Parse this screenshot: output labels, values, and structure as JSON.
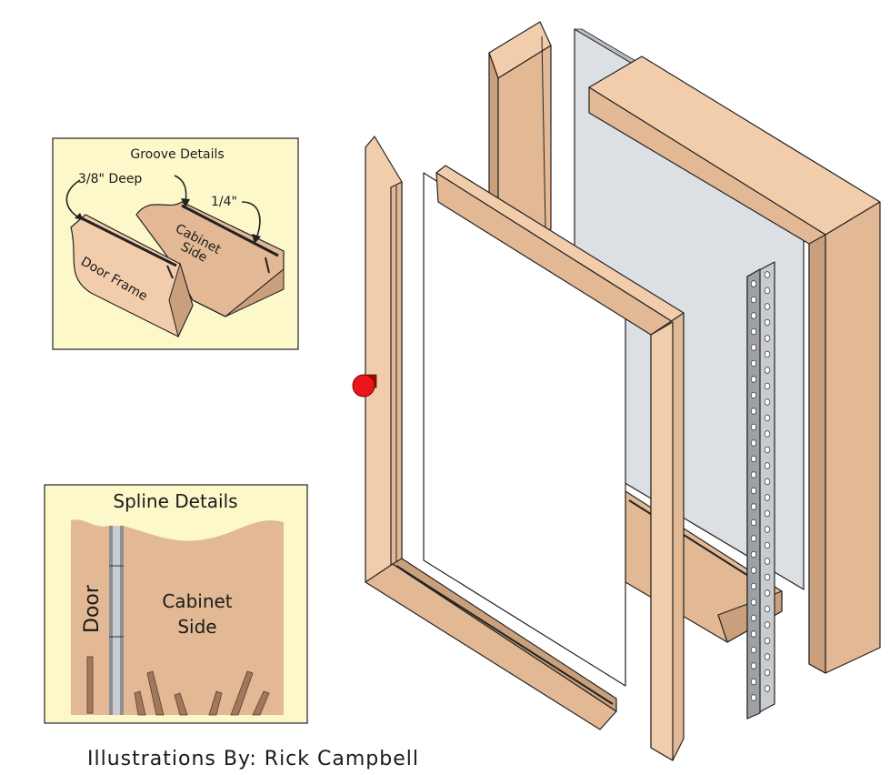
{
  "groove_details": {
    "title": "Groove Details",
    "depth_label": "3/8\" Deep",
    "width_label": "1/4\"",
    "cabinet_side_line1": "Cabinet",
    "cabinet_side_line2": "Side",
    "door_frame_label": "Door Frame"
  },
  "spline_details": {
    "title": "Spline Details",
    "door_label": "Door",
    "cabinet_side_line1": "Cabinet",
    "cabinet_side_line2": "Side"
  },
  "credit": "Illustrations By: Rick Campbell",
  "colors": {
    "wood_light": "#f2cdac",
    "wood_mid": "#e2b994",
    "wood_dark": "#caa07c",
    "inset_bg": "#fdf8c9",
    "mirror": "#dcdfe3",
    "hinge": "#c9cbce",
    "knob": "#e8161b",
    "outline": "#222222"
  }
}
